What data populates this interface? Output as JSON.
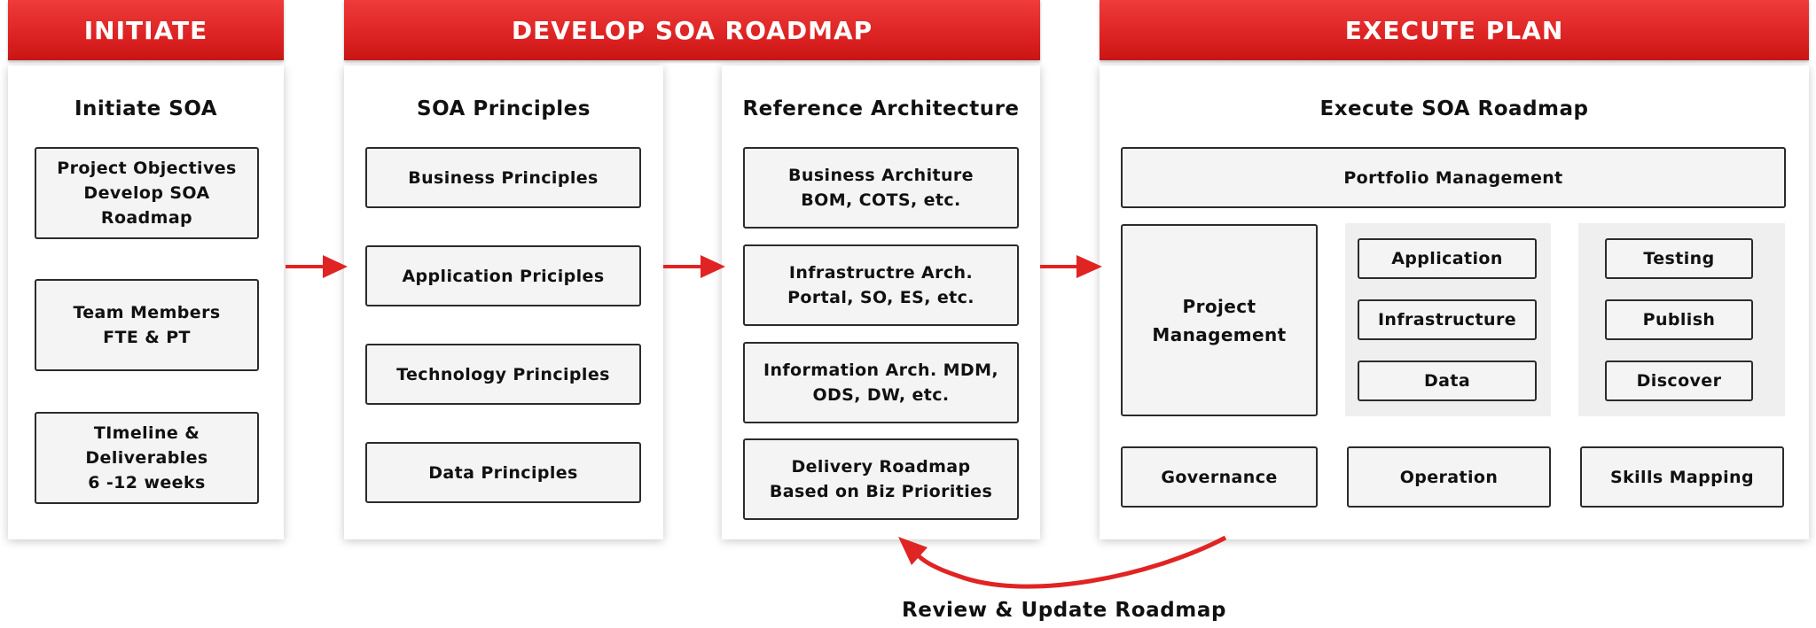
{
  "phases": {
    "initiate": "INITIATE",
    "develop": "DEVELOP SOA ROADMAP",
    "execute": "EXECUTE PLAN"
  },
  "initiate_panel": {
    "title": "Initiate SOA",
    "boxes": [
      {
        "line1": "Project Objectives",
        "line2": "Develop SOA Roadmap"
      },
      {
        "line1": "Team Members",
        "line2": "FTE & PT"
      },
      {
        "line1": "TImeline & Deliverables",
        "line2": "6 -12 weeks"
      }
    ]
  },
  "principles_panel": {
    "title": "SOA Principles",
    "boxes": [
      "Business Principles",
      "Application Priciples",
      "Technology Principles",
      "Data Principles"
    ]
  },
  "reference_panel": {
    "title": "Reference Architecture",
    "boxes": [
      {
        "line1": "Business Architure",
        "line2": "BOM, COTS, etc."
      },
      {
        "line1": "Infrastructre Arch.",
        "line2": "Portal, SO, ES, etc."
      },
      {
        "line1": "Information Arch. MDM,",
        "line2": "ODS, DW, etc."
      },
      {
        "line1": "Delivery Roadmap",
        "line2": "Based on Biz Priorities"
      }
    ]
  },
  "execute_panel": {
    "title": "Execute SOA Roadmap",
    "portfolio": "Portfolio Management",
    "project_line1": "Project",
    "project_line2": "Management",
    "middle_group": [
      "Application",
      "Infrastructure",
      "Data"
    ],
    "right_group": [
      "Testing",
      "Publish",
      "Discover"
    ],
    "bottom": [
      "Governance",
      "Operation",
      "Skills Mapping"
    ]
  },
  "feedback_label": "Review & Update Roadmap",
  "colors": {
    "accent": "#e02424",
    "box_fill": "#f4f4f4",
    "box_border": "#2b2b2b"
  }
}
